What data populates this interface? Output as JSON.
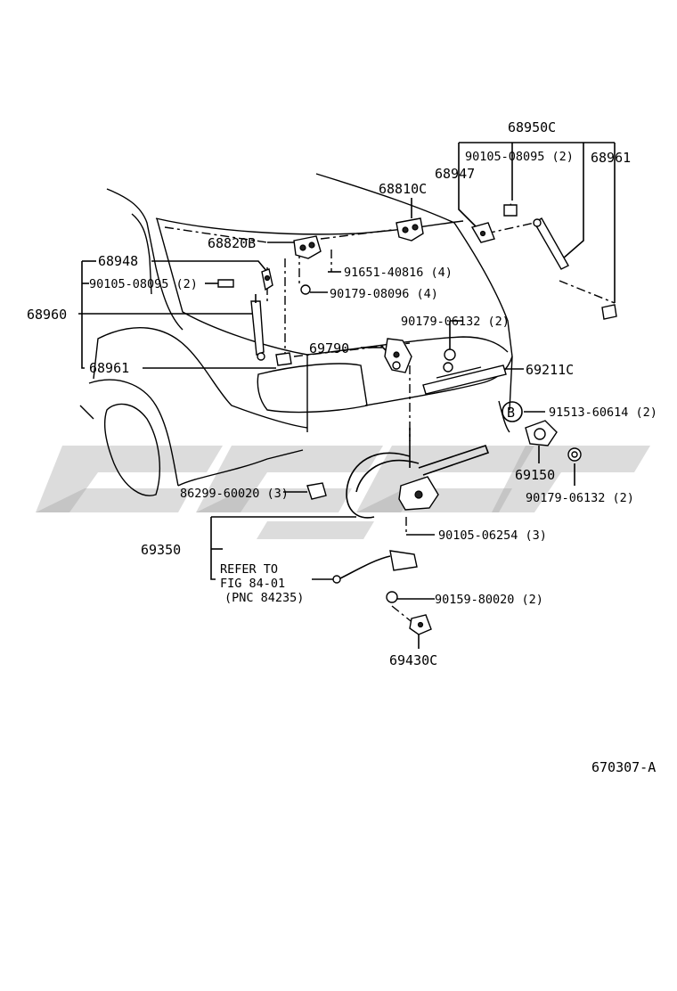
{
  "labels": {
    "p68950C": "68950C",
    "p90105_08095_r": "90105-08095 (2)",
    "p68947": "68947",
    "p68961_r": "68961",
    "p68810C": "68810C",
    "p68820B": "68820B",
    "p68948": "68948",
    "p91651_40816": "91651-40816 (4)",
    "p90105_08095_l": "90105-08095 (2)",
    "p90179_08096": "90179-08096 (4)",
    "p68960": "68960",
    "p90179_06132_a": "90179-06132 (2)",
    "p69790": "69790",
    "p68961_l": "68961",
    "p69211C": "69211C",
    "callout_B": "B",
    "p91513_60614": "91513-60614 (2)",
    "p69150": "69150",
    "p90179_06132_b": "90179-06132 (2)",
    "p86299_60020": "86299-60020 (3)",
    "p90105_06254": "90105-06254 (3)",
    "p69350": "69350",
    "refer_line1": "REFER TO",
    "refer_line2": "FIG 84-01",
    "refer_line3": "(PNC 84235)",
    "p90159_80020": "90159-80020 (2)",
    "p69430C": "69430C",
    "ref_code": "670307-A"
  },
  "colors": {
    "ink": "#000000",
    "watermark": "#9a9a9a",
    "background": "#ffffff"
  }
}
